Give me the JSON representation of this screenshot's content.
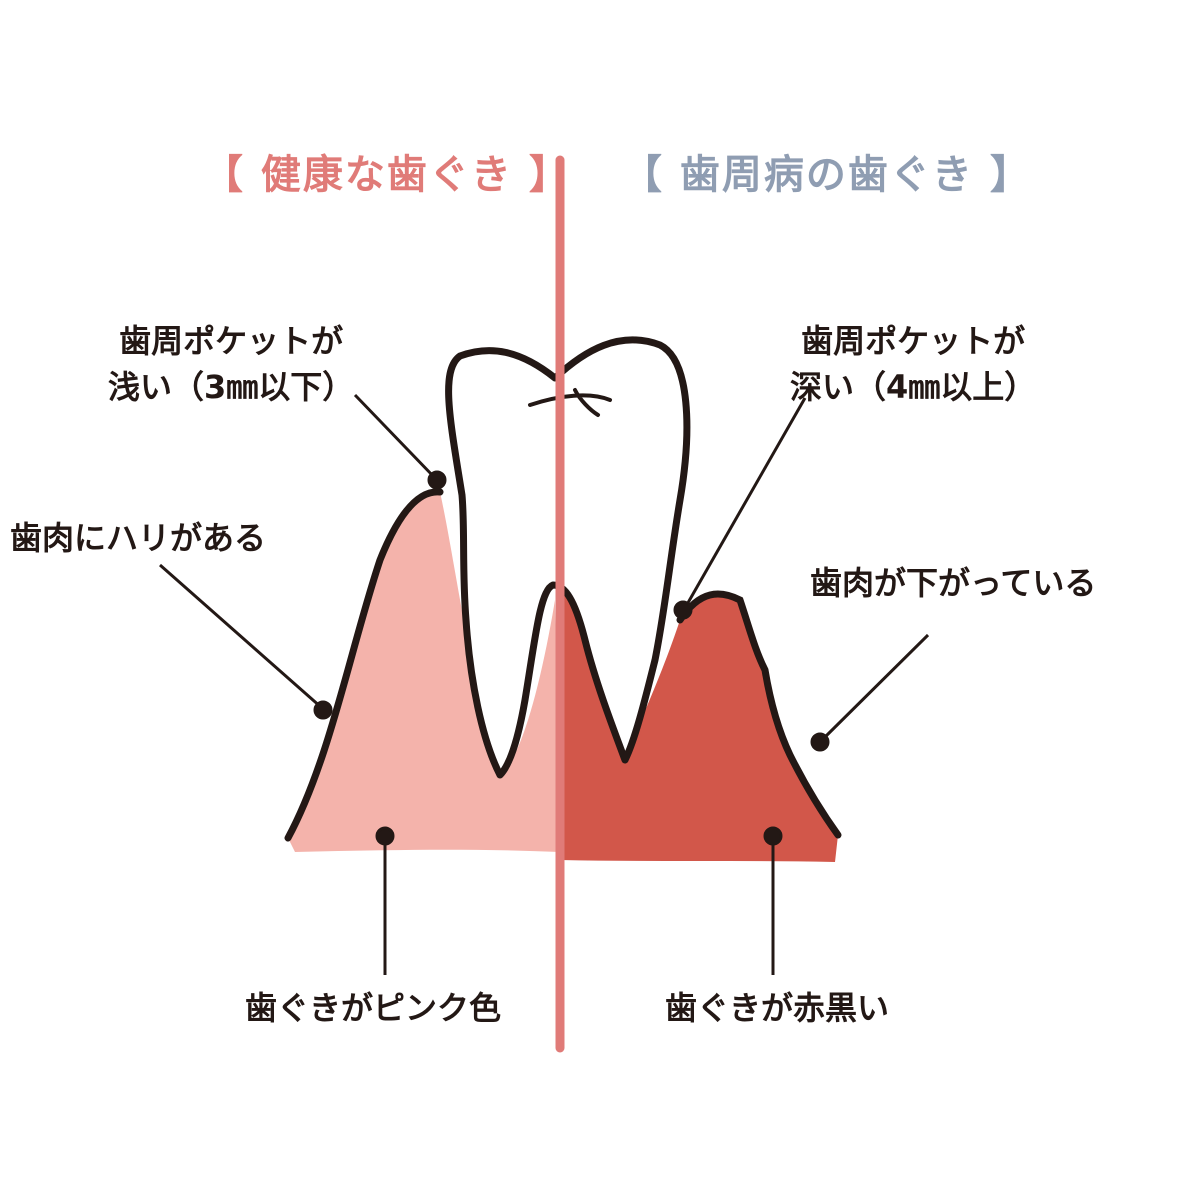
{
  "headings": {
    "healthy": "【 健康な歯ぐき 】",
    "disease": "【 歯周病の歯ぐき 】"
  },
  "labels": {
    "healthy_pocket_line1": "歯周ポケットが",
    "healthy_pocket_line2": "浅い（3㎜以下）",
    "healthy_firm": "歯肉にハリがある",
    "healthy_color": "歯ぐきがピンク色",
    "disease_pocket_line1": "歯周ポケットが",
    "disease_pocket_line2": "深い（4㎜以上）",
    "disease_recede": "歯肉が下がっている",
    "disease_color": "歯ぐきが赤黒い"
  },
  "colors": {
    "healthy_heading": "#e07b78",
    "disease_heading": "#8f9db2",
    "divider": "#e07b78",
    "healthy_gum": "#f4b3ab",
    "disease_gum": "#d2574a",
    "ink": "#231815"
  }
}
